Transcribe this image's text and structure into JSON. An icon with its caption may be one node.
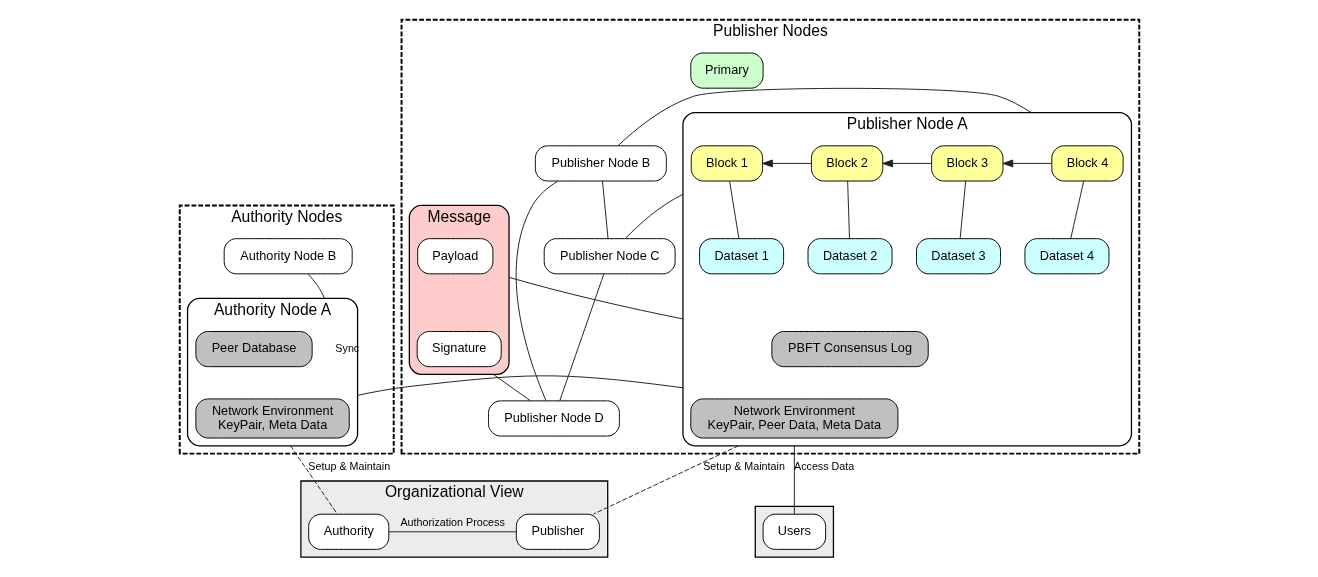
{
  "diagram": {
    "nodes": [
      {
        "text": [
          "Authority Nodes"
        ]
      },
      {
        "text": [
          "Authority Node B"
        ],
        "in": 0
      },
      {
        "text": [
          "Authority Node A"
        ],
        "in": 0
      },
      {
        "text": [
          "Peer Database"
        ],
        "in": 2
      },
      {
        "text": [
          "Network Environment",
          "KeyPair, Meta Data"
        ],
        "in": 2
      },
      {
        "text": [
          "Publisher Nodes"
        ]
      },
      {
        "text": [
          "Primary"
        ],
        "in": 5
      },
      {
        "text": [
          "Publisher Node A"
        ],
        "in": 5
      },
      {
        "text": [
          "Block 1"
        ],
        "in": 7
      },
      {
        "text": [
          "Block 2"
        ],
        "in": 7
      },
      {
        "text": [
          "Block 3"
        ],
        "in": 7
      },
      {
        "text": [
          "Block 4"
        ],
        "in": 7
      },
      {
        "text": [
          "Dataset 1"
        ],
        "in": 7
      },
      {
        "text": [
          "Dataset 2"
        ],
        "in": 7
      },
      {
        "text": [
          "Dataset 3"
        ],
        "in": 7
      },
      {
        "text": [
          "Dataset 4"
        ],
        "in": 7
      },
      {
        "text": [
          "PBFT Consensus Log"
        ],
        "in": 7
      },
      {
        "text": [
          "Network Environment",
          "KeyPair, Peer Data, Meta Data"
        ],
        "in": 7
      },
      {
        "text": [
          "Publisher Node B"
        ],
        "in": 5
      },
      {
        "text": [
          "Publisher Node C"
        ],
        "in": 5
      },
      {
        "text": [
          "Message"
        ],
        "in": 5
      },
      {
        "text": [
          "Payload"
        ],
        "in": 20
      },
      {
        "text": [
          "Signature"
        ],
        "in": 20
      },
      {
        "text": [
          "Publisher Node D"
        ],
        "in": 5
      },
      {
        "text": [
          "Organizational View"
        ]
      },
      {
        "text": [
          "Authority"
        ],
        "in": 24
      },
      {
        "text": [
          "Publisher"
        ],
        "in": 24
      },
      {
        "text": [],
        "shape": "box"
      },
      {
        "text": [
          "Users"
        ],
        "in": 27
      }
    ],
    "edges": [
      {
        "from": 1,
        "to": 2,
        "arrow": "none",
        "label": "Sync"
      },
      {
        "from": 9,
        "to": 8,
        "arrow": "to"
      },
      {
        "from": 10,
        "to": 9,
        "arrow": "to"
      },
      {
        "from": 11,
        "to": 10,
        "arrow": "to"
      },
      {
        "from": 8,
        "to": 12,
        "arrow": "none"
      },
      {
        "from": 9,
        "to": 13,
        "arrow": "none"
      },
      {
        "from": 10,
        "to": 14,
        "arrow": "none"
      },
      {
        "from": 11,
        "to": 15,
        "arrow": "none"
      },
      {
        "from": 2,
        "to": 7,
        "arrow": "none"
      },
      {
        "from": 7,
        "to": 18,
        "arrow": "none"
      },
      {
        "from": 7,
        "to": 19,
        "arrow": "none"
      },
      {
        "from": 7,
        "to": 20,
        "arrow": "none"
      },
      {
        "from": 20,
        "to": 23,
        "arrow": "none"
      },
      {
        "from": 18,
        "to": 19,
        "arrow": "none"
      },
      {
        "from": 19,
        "to": 23,
        "arrow": "none"
      },
      {
        "from": 18,
        "to": 23,
        "arrow": "none"
      },
      {
        "from": 2,
        "to": 25,
        "arrow": "none",
        "style": "dashed",
        "label": "Setup & Maintain"
      },
      {
        "from": 7,
        "to": 26,
        "arrow": "none",
        "style": "dashed",
        "label": "Setup & Maintain"
      },
      {
        "from": 7,
        "to": 28,
        "arrow": "none",
        "label": "Access Data"
      },
      {
        "from": 25,
        "to": 26,
        "arrow": "none",
        "label": "Authorization Process"
      }
    ]
  }
}
